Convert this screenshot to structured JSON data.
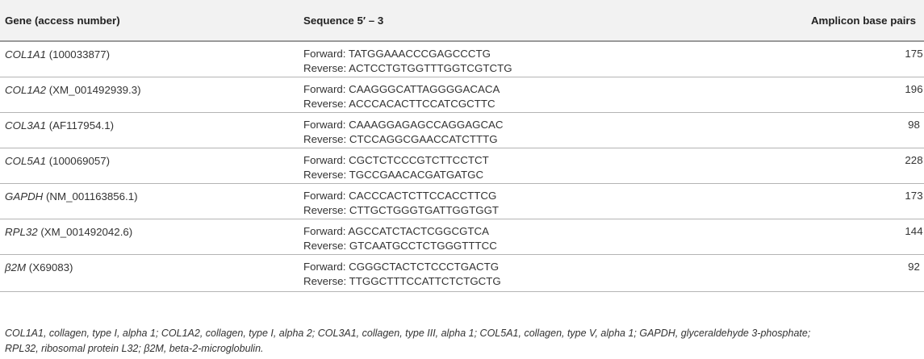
{
  "table": {
    "headers": {
      "gene": "Gene (access number)",
      "sequence": "Sequence 5′ – 3",
      "amplicon": "Amplicon base pairs"
    },
    "rows": [
      {
        "gene": "COL1A1",
        "access": " (100033877)",
        "forward": "Forward: TATGGAAACCCGAGCCCTG",
        "reverse": "Reverse: ACTCCTGTGGTTTGGTCGTCTG",
        "amplicon": "175"
      },
      {
        "gene": "COL1A2",
        "access": " (XM_001492939.3)",
        "forward": "Forward: CAAGGGCATTAGGGGACACA",
        "reverse": "Reverse: ACCCACACTTCCATCGCTTC",
        "amplicon": "196"
      },
      {
        "gene": "COL3A1",
        "access": " (AF117954.1)",
        "forward": "Forward: CAAAGGAGAGCCAGGAGCAC",
        "reverse": "Reverse: CTCCAGGCGAACCATCTTTG",
        "amplicon": "98"
      },
      {
        "gene": "COL5A1",
        "access": " (100069057)",
        "forward": "Forward: CGCTCTCCCGTCTTCCTCT",
        "reverse": "Reverse: TGCCGAACACGATGATGC",
        "amplicon": "228"
      },
      {
        "gene": "GAPDH",
        "access": " (NM_001163856.1)",
        "forward": "Forward: CACCCACTCTTCCACCTTCG",
        "reverse": "Reverse: CTTGCTGGGTGATTGGTGGT",
        "amplicon": "173"
      },
      {
        "gene": "RPL32",
        "access": " (XM_001492042.6)",
        "forward": "Forward: AGCCATCTACTCGGCGTCA",
        "reverse": "Reverse: GTCAATGCCTCTGGGTTTCC",
        "amplicon": "144"
      },
      {
        "gene": "β2M",
        "access": " (X69083)",
        "forward": "Forward: CGGGCTACTCTCCCTGACTG",
        "reverse": "Reverse: TTGGCTTTCCATTCTCTGCTG",
        "amplicon": "92"
      }
    ]
  },
  "footnote": {
    "line1": "COL1A1, collagen, type I, alpha 1; COL1A2, collagen, type I, alpha 2; COL3A1, collagen, type III, alpha 1; COL5A1, collagen, type V, alpha 1; GAPDH, glyceraldehyde 3-phosphate;",
    "line2": "RPL32, ribosomal protein L32; β2M, beta-2-microglobulin."
  },
  "colors": {
    "header_background": "#f2f2f2",
    "text": "#333333",
    "rule": "#b4b4b4"
  }
}
